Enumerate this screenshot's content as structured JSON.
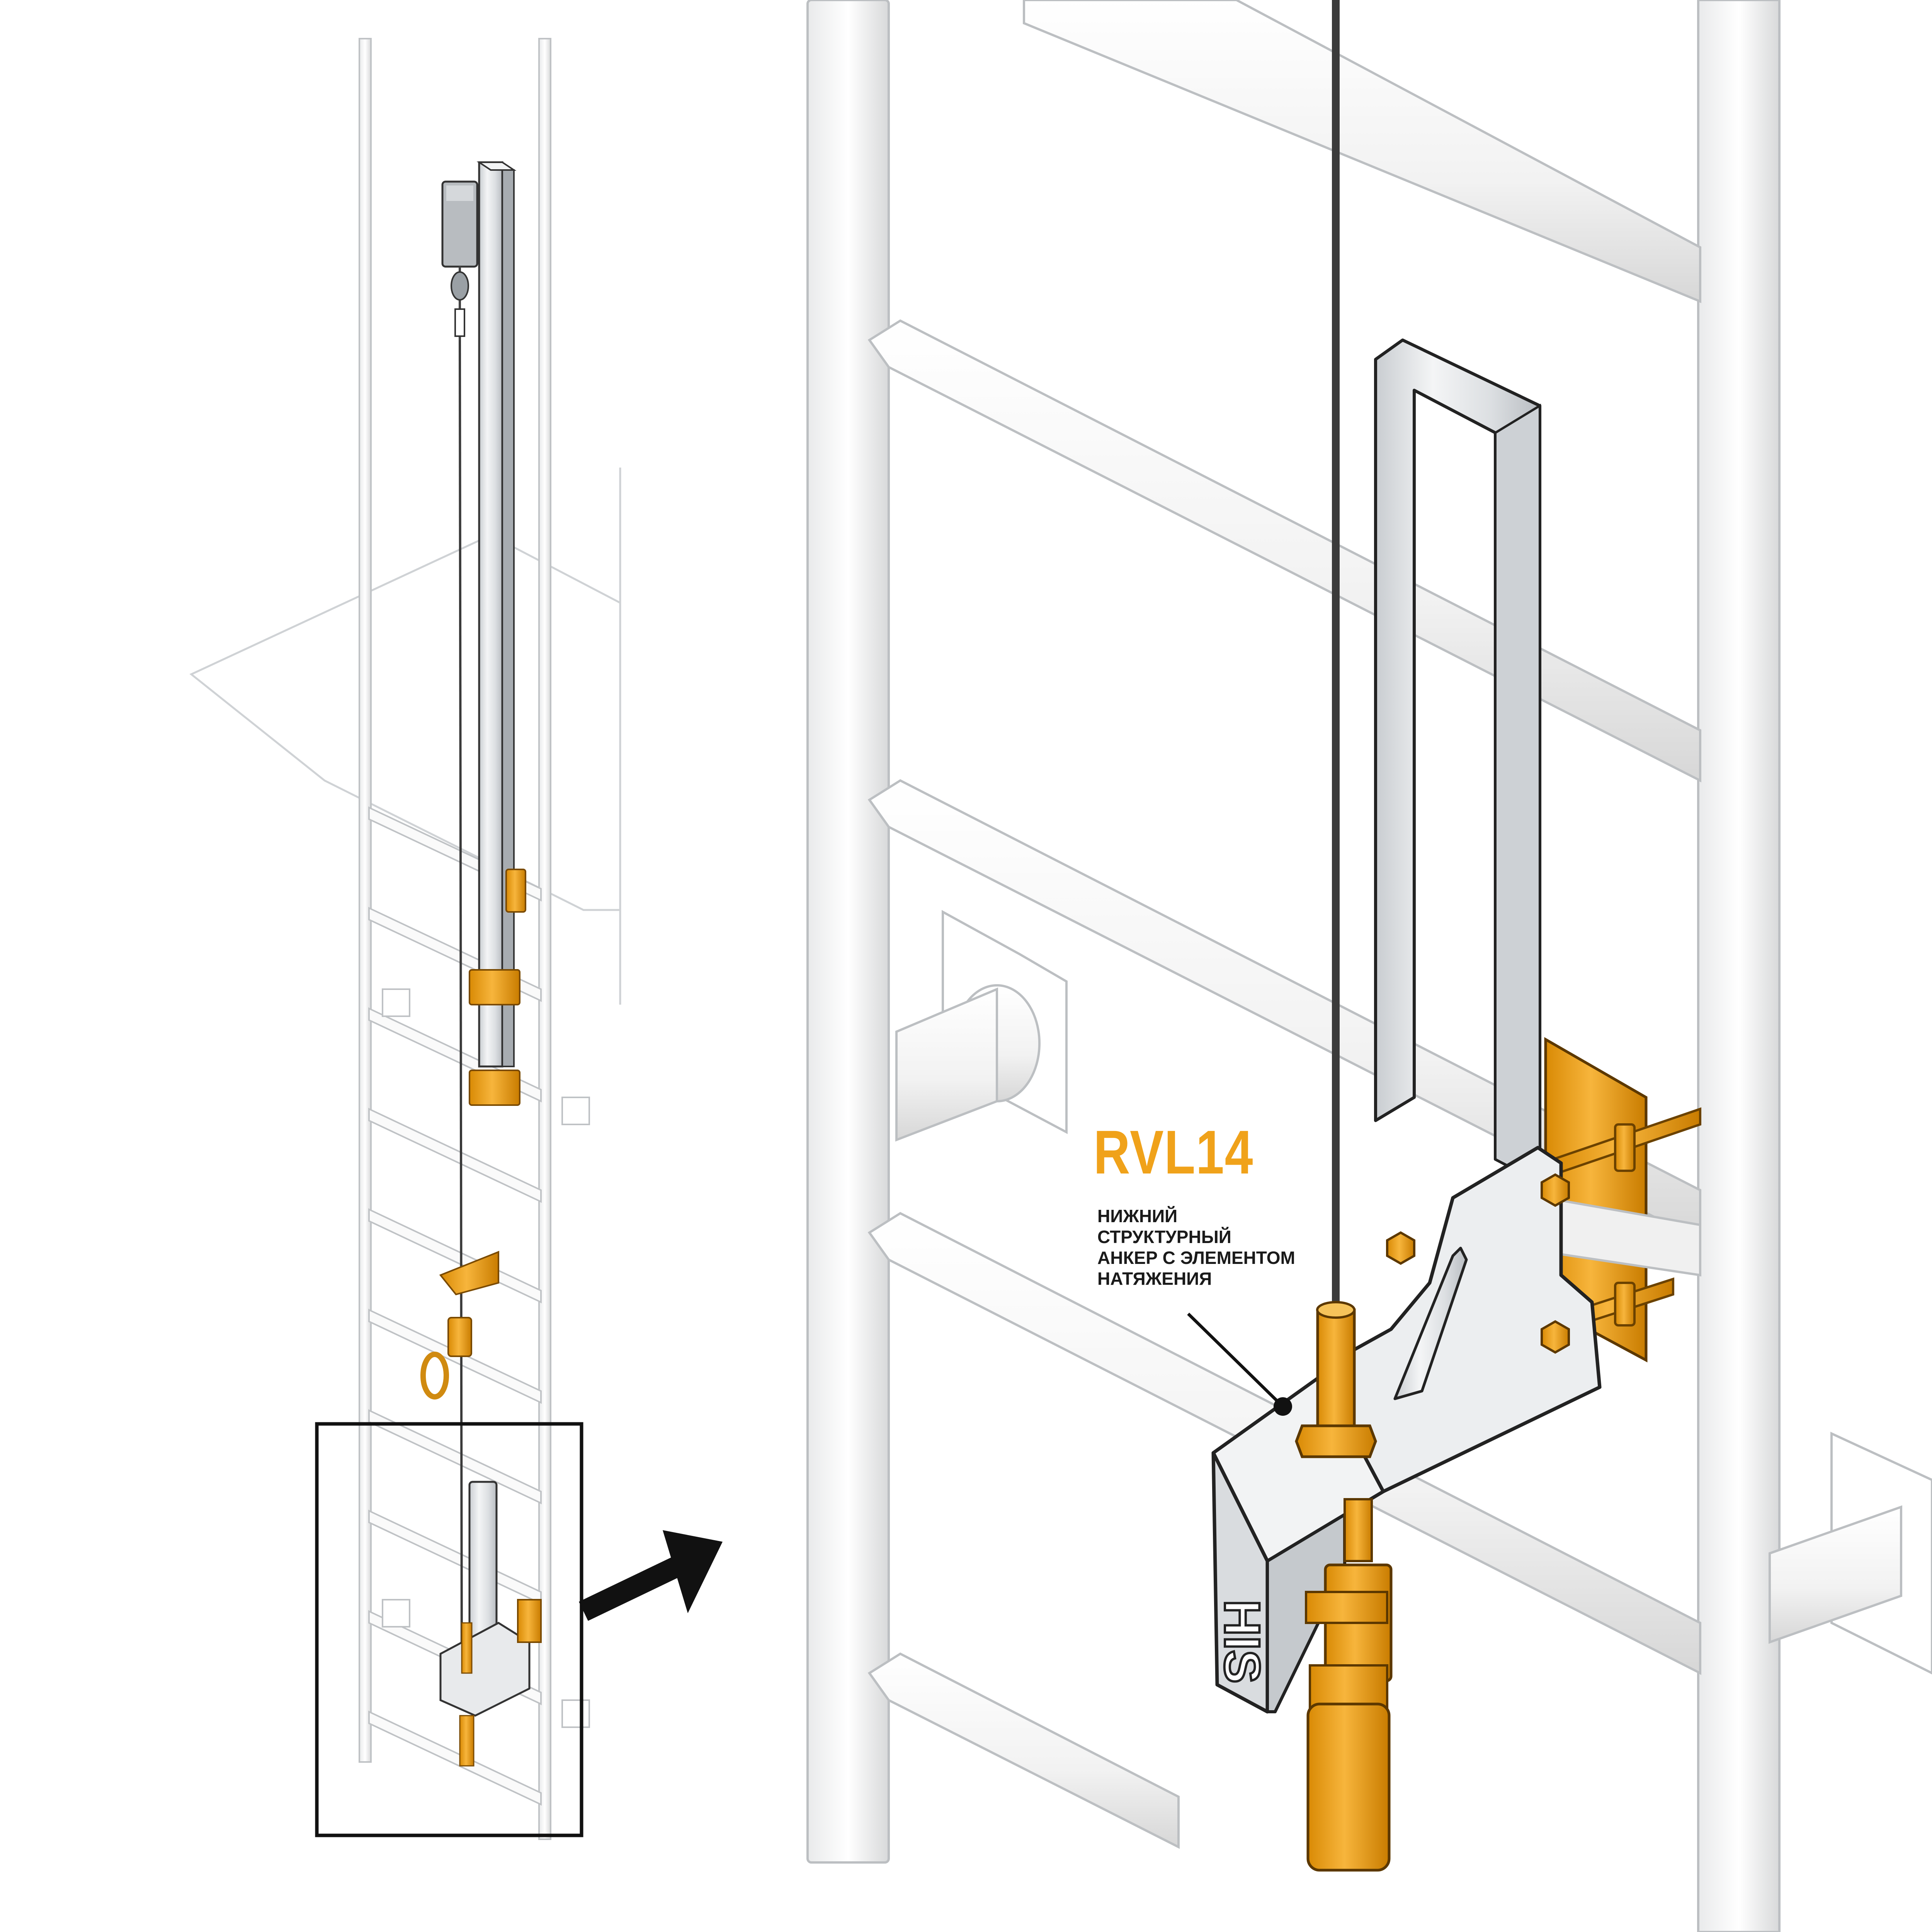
{
  "product": {
    "code": "RVL14",
    "description_lines": [
      "НИЖНИЙ",
      "СТРУКТУРНЫЙ",
      "АНКЕР С ЭЛЕМЕНТОМ",
      "НАТЯЖЕНИЯ"
    ]
  },
  "bracket_logo": "HIS",
  "colors": {
    "accent": "#f0a21a",
    "steel": "#e6e8ea",
    "ladder": "#ffffff",
    "outline": "#222222"
  }
}
